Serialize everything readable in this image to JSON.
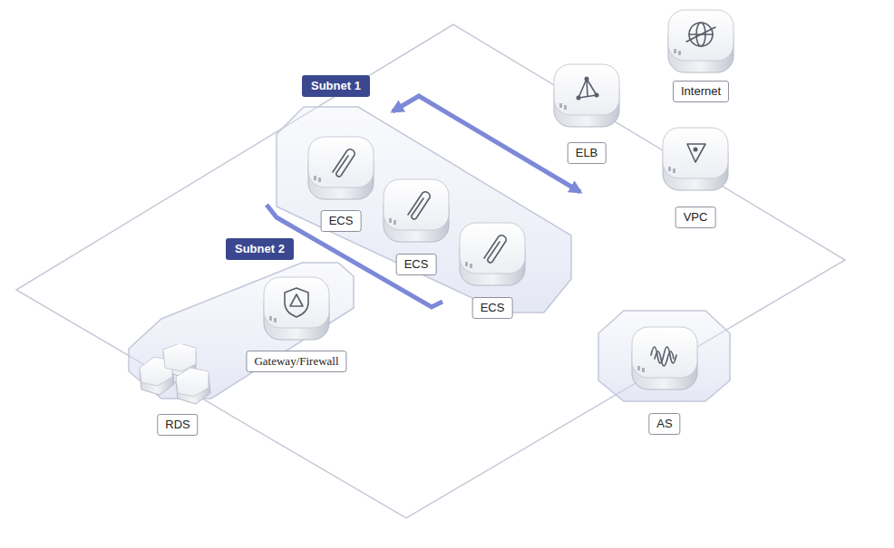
{
  "diagram": {
    "nodes": [
      {
        "text": [
          "Subnet 1"
        ]
      },
      {
        "text": [
          "ECS"
        ],
        "in": 0
      },
      {
        "text": [
          "ECS"
        ],
        "in": 0
      },
      {
        "text": [
          "ECS"
        ],
        "in": 0
      },
      {
        "text": [
          "Subnet 2"
        ]
      },
      {
        "text": [
          "Gateway/Firewall"
        ],
        "in": 4
      },
      {
        "text": [
          "RDS"
        ],
        "in": 4
      },
      {
        "text": [
          "ELB"
        ]
      },
      {
        "text": [
          "Internet"
        ]
      },
      {
        "text": [
          "VPC"
        ]
      },
      {
        "text": [
          "AS"
        ]
      }
    ],
    "edges": [
      {
        "from": 8,
        "to": 7,
        "arrow": "to"
      },
      {
        "from": 7,
        "to": 2,
        "arrow": "to"
      },
      {
        "from": 1,
        "to": 5,
        "arrow": "to"
      },
      {
        "from": 5,
        "to": 6,
        "arrow": "to"
      },
      {
        "from": 0,
        "to": 10,
        "arrow": "both"
      }
    ]
  }
}
